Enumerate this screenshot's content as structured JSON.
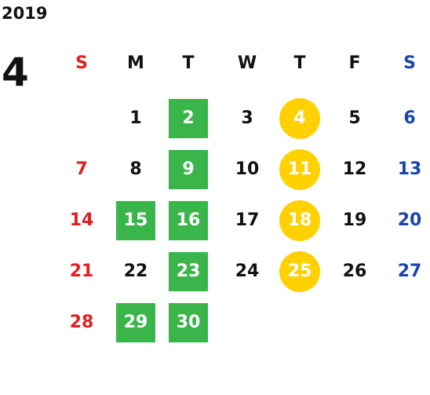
{
  "calendar": {
    "year": "2019",
    "month": "4",
    "weekdays": [
      "S",
      "M",
      "T",
      "W",
      "T",
      "F",
      "S"
    ],
    "weeks": [
      [
        "",
        "1",
        "2",
        "3",
        "4",
        "5",
        "6"
      ],
      [
        "7",
        "8",
        "9",
        "10",
        "11",
        "12",
        "13"
      ],
      [
        "14",
        "15",
        "16",
        "17",
        "18",
        "19",
        "20"
      ],
      [
        "21",
        "22",
        "23",
        "24",
        "25",
        "26",
        "27"
      ],
      [
        "28",
        "29",
        "30",
        "",
        "",
        "",
        ""
      ]
    ],
    "highlight_square": [
      "2",
      "9",
      "15",
      "16",
      "23",
      "29",
      "30"
    ],
    "highlight_circle": [
      "4",
      "11",
      "18",
      "25"
    ],
    "colors": {
      "sunday": "#e02020",
      "saturday": "#1a46a8",
      "weekday": "#111111",
      "square_fill": "#39b54a",
      "circle_fill": "#ffd100"
    }
  }
}
